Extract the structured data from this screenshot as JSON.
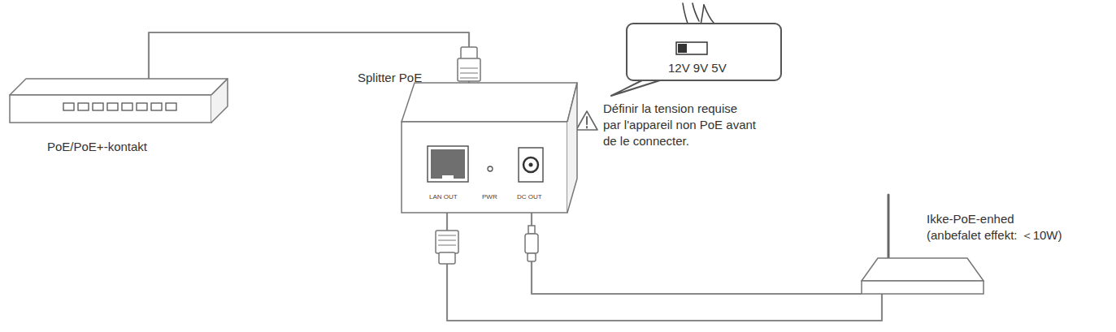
{
  "diagram": {
    "nodes": [
      {
        "text": [
          "PoE/PoE+-kontakt"
        ]
      },
      {
        "text": [
          "Splitter PoE",
          "LAN OUT",
          "PWR",
          "DC OUT"
        ]
      },
      {
        "text": [
          "12V 9V 5V"
        ]
      },
      {
        "text": [
          "Ikke-PoE-enhed (anbefalet effekt: ＜10W)"
        ]
      }
    ],
    "edges": [
      {
        "from": 0,
        "to": 1,
        "arrow": "none"
      },
      {
        "from": 1,
        "to": 3,
        "arrow": "none"
      },
      {
        "from": 1,
        "to": 3,
        "arrow": "none"
      }
    ],
    "labels": [
      "Définir la tension requise par l'appareil non PoE avant de le connecter."
    ]
  }
}
